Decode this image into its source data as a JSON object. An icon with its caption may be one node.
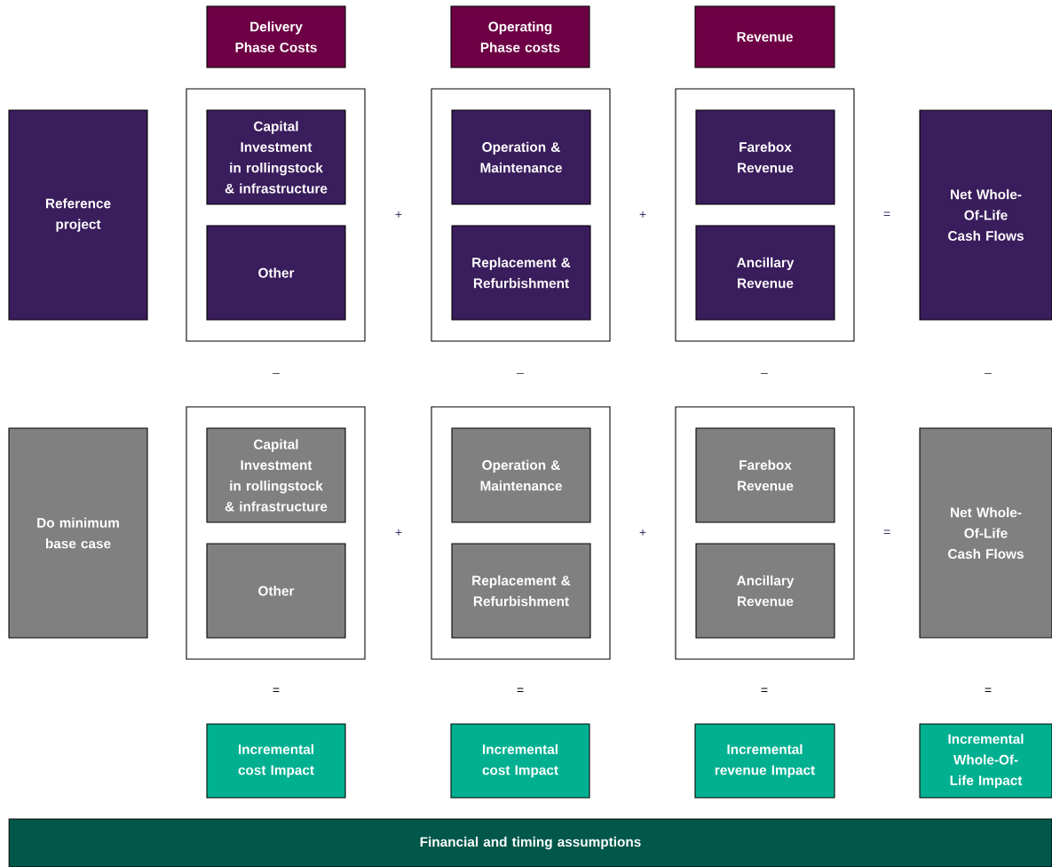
{
  "diagram": {
    "nodes": [
      {
        "text": [
          "Delivery Phase Costs"
        ]
      },
      {
        "text": [
          "Operating Phase costs"
        ]
      },
      {
        "text": [
          "Revenue"
        ]
      },
      {
        "text": [
          "Reference project"
        ]
      },
      {
        "text": [],
        "shape": "box"
      },
      {
        "text": [
          "Capital Investment in rollingstock & infrastructure"
        ],
        "in": 4
      },
      {
        "text": [
          "Other"
        ],
        "in": 4
      },
      {
        "text": [],
        "shape": "box"
      },
      {
        "text": [
          "Operation & Maintenance"
        ],
        "in": 7
      },
      {
        "text": [
          "Replacement & Refurbishment"
        ],
        "in": 7
      },
      {
        "text": [],
        "shape": "box"
      },
      {
        "text": [
          "Farebox Revenue"
        ],
        "in": 10
      },
      {
        "text": [
          "Ancillary Revenue"
        ],
        "in": 10
      },
      {
        "text": [
          "Net Whole-Of-Life Cash Flows"
        ]
      },
      {
        "text": [
          "Do minimum base case"
        ]
      },
      {
        "text": [],
        "shape": "box"
      },
      {
        "text": [
          "Capital Investment in rollingstock & infrastructure"
        ],
        "in": 15
      },
      {
        "text": [
          "Other"
        ],
        "in": 15
      },
      {
        "text": [],
        "shape": "box"
      },
      {
        "text": [
          "Operation & Maintenance"
        ],
        "in": 18
      },
      {
        "text": [
          "Replacement & Refurbishment"
        ],
        "in": 18
      },
      {
        "text": [],
        "shape": "box"
      },
      {
        "text": [
          "Farebox Revenue"
        ],
        "in": 21
      },
      {
        "text": [
          "Ancillary Revenue"
        ],
        "in": 21
      },
      {
        "text": [
          "Net Whole-Of-Life Cash Flows"
        ]
      },
      {
        "text": [
          "Incremental cost Impact"
        ]
      },
      {
        "text": [
          "Incremental cost Impact"
        ]
      },
      {
        "text": [
          "Incremental revenue Impact"
        ]
      },
      {
        "text": [
          "Incremental Whole-Of-Life Impact"
        ]
      },
      {
        "text": [
          "Financial and timing assumptions"
        ]
      }
    ],
    "labels": [
      "+",
      "+",
      "=",
      "–",
      "–",
      "–",
      "–",
      "+",
      "+",
      "=",
      "=",
      "=",
      "=",
      "="
    ]
  }
}
